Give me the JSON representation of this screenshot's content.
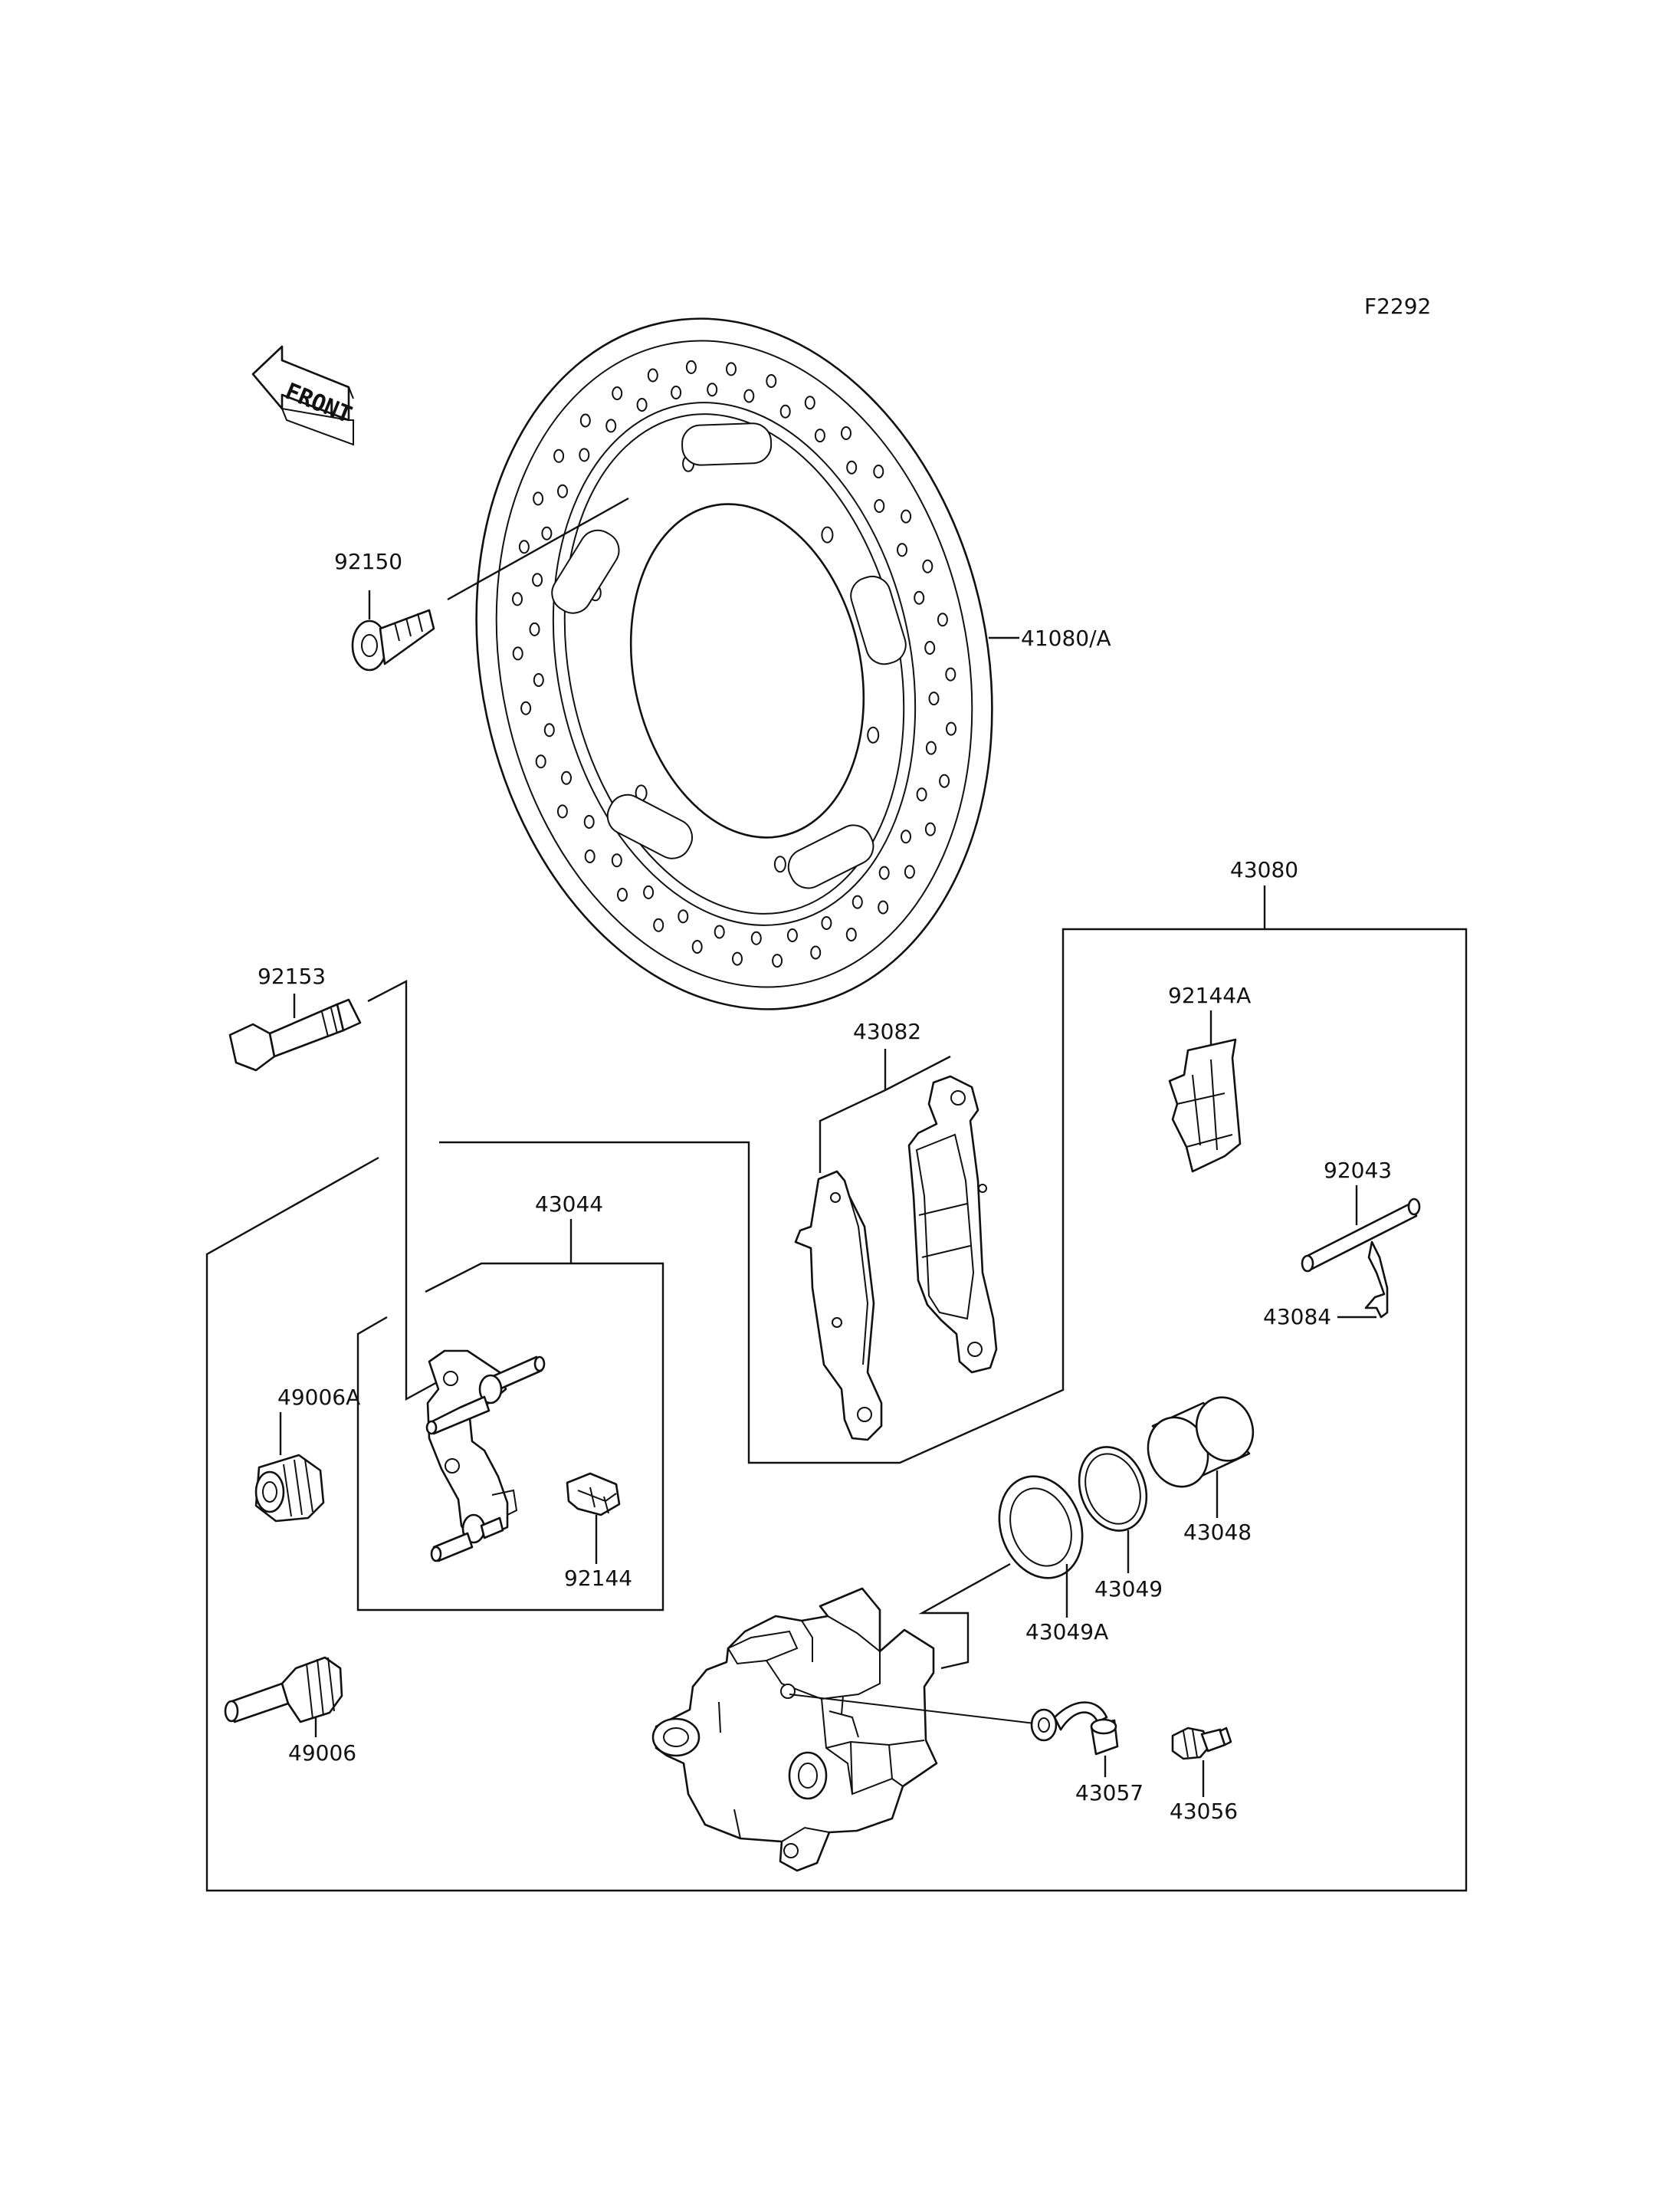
{
  "figure_code": "F2292",
  "front_label": "FRONT",
  "parts": {
    "p92150": "92150",
    "p41080": "41080/A",
    "p43080": "43080",
    "p92153": "92153",
    "p43082": "43082",
    "p92144A": "92144A",
    "p43044": "43044",
    "p92043": "92043",
    "p43084": "43084",
    "p49006A": "49006A",
    "p92144": "92144",
    "p43048": "43048",
    "p43049": "43049",
    "p43049A": "43049A",
    "p49006": "49006",
    "p43057": "43057",
    "p43056": "43056"
  }
}
